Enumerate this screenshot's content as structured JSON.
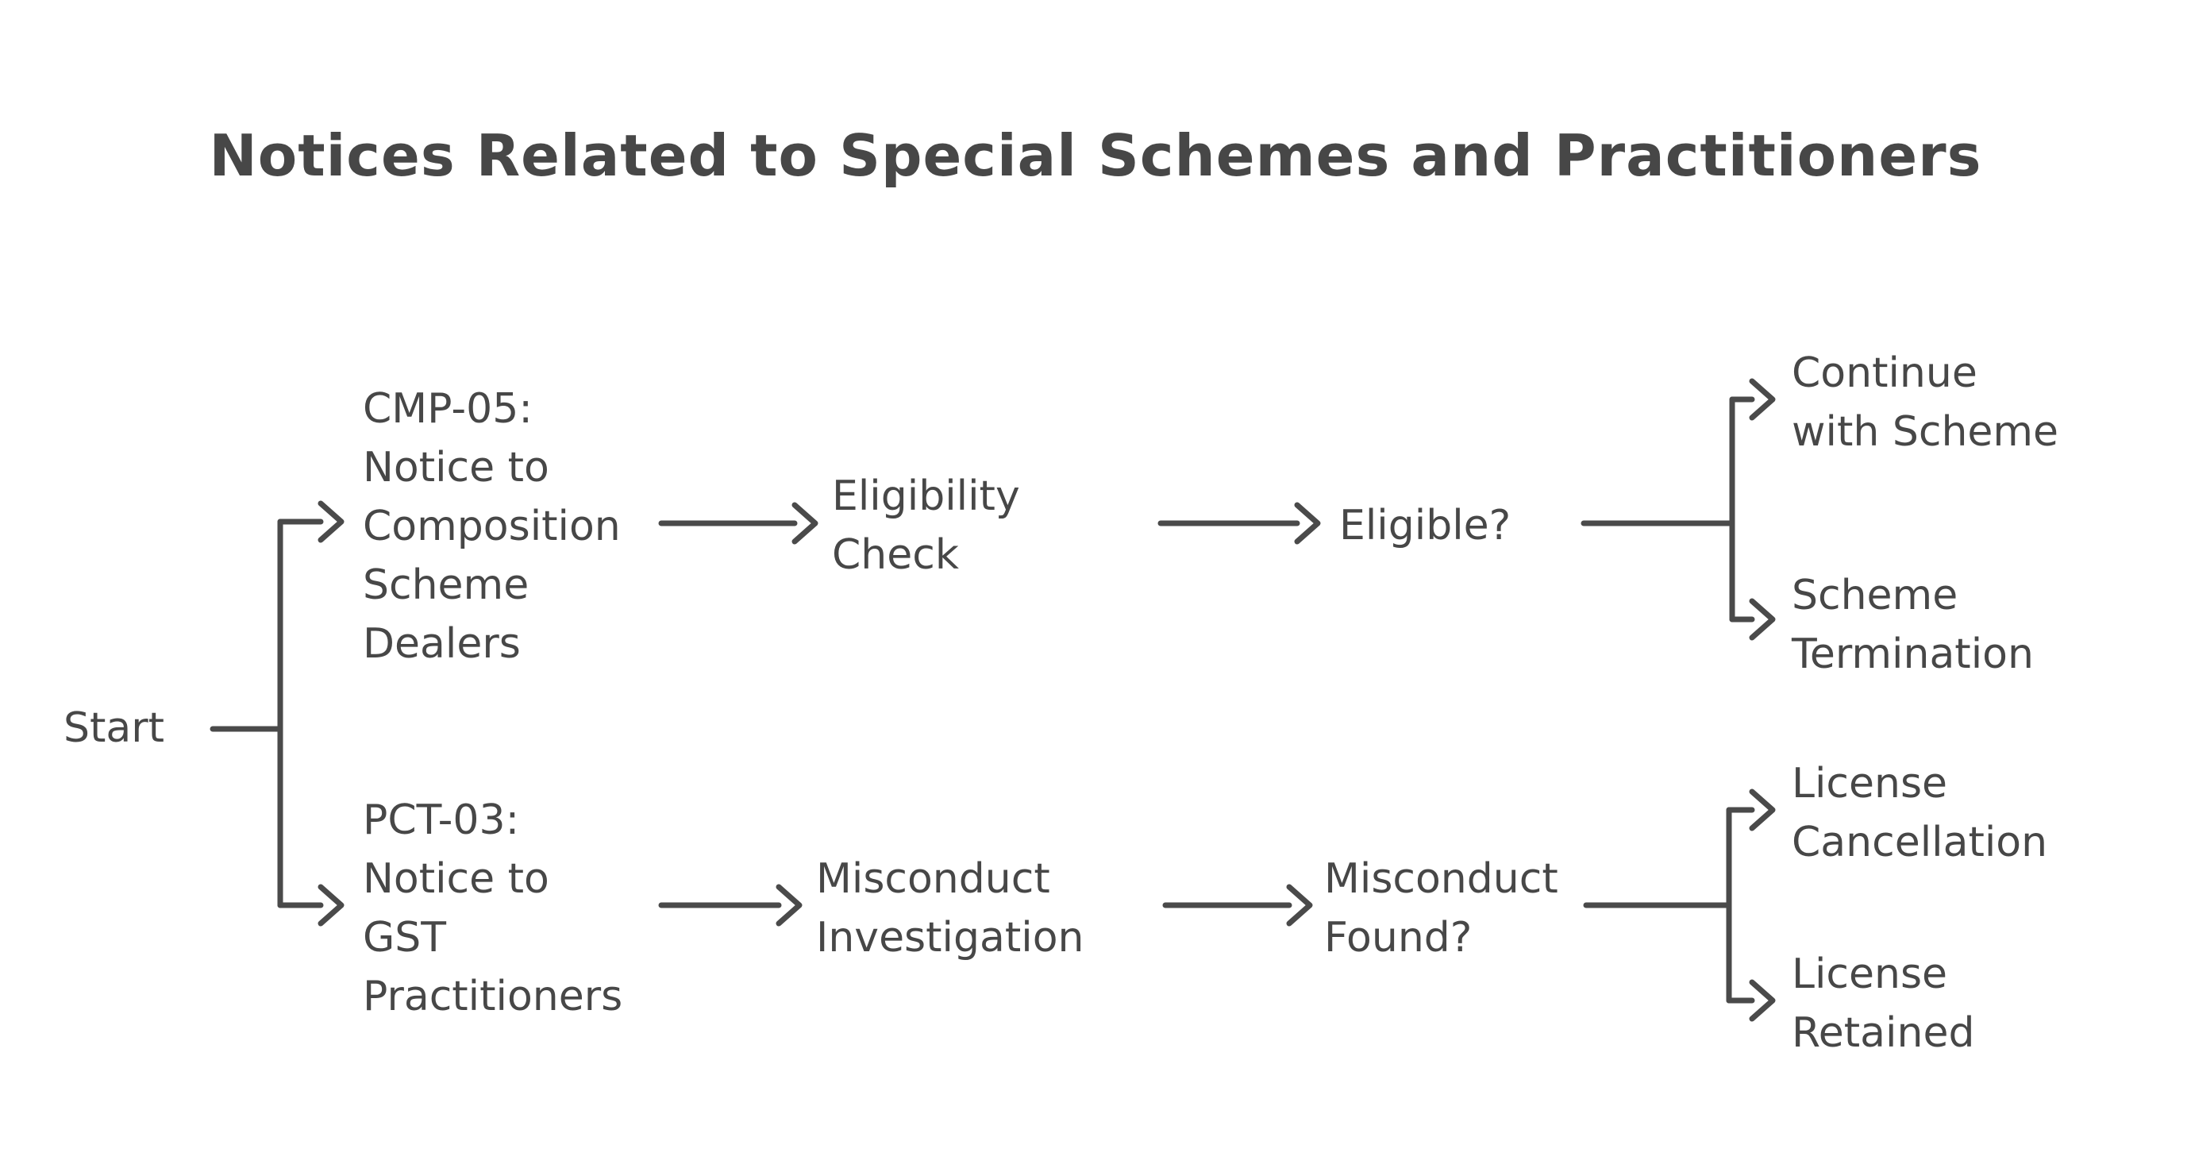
{
  "title": "Notices Related to Special Schemes and Practitioners",
  "colors": {
    "background": "#ffffff",
    "text": "#474747",
    "line": "#4a4a4a"
  },
  "nodes": {
    "start": {
      "label": "Start"
    },
    "cmp05": {
      "label": "CMP-05:\nNotice to\nComposition\nScheme\nDealers"
    },
    "eligibility_check": {
      "label": "Eligibility\nCheck"
    },
    "eligible": {
      "label": "Eligible?"
    },
    "continue_with_scheme": {
      "label": "Continue\nwith Scheme"
    },
    "scheme_termination": {
      "label": "Scheme\nTermination"
    },
    "pct03": {
      "label": "PCT-03:\nNotice to\nGST\nPractitioners"
    },
    "misconduct_investigation": {
      "label": "Misconduct\nInvestigation"
    },
    "misconduct_found": {
      "label": "Misconduct\nFound?"
    },
    "license_cancellation": {
      "label": "License\nCancellation"
    },
    "license_retained": {
      "label": "License\nRetained"
    }
  },
  "edges": [
    {
      "from": "start",
      "to": "cmp05"
    },
    {
      "from": "start",
      "to": "pct03"
    },
    {
      "from": "cmp05",
      "to": "eligibility_check"
    },
    {
      "from": "eligibility_check",
      "to": "eligible"
    },
    {
      "from": "eligible",
      "to": "continue_with_scheme"
    },
    {
      "from": "eligible",
      "to": "scheme_termination"
    },
    {
      "from": "pct03",
      "to": "misconduct_investigation"
    },
    {
      "from": "misconduct_investigation",
      "to": "misconduct_found"
    },
    {
      "from": "misconduct_found",
      "to": "license_cancellation"
    },
    {
      "from": "misconduct_found",
      "to": "license_retained"
    }
  ]
}
